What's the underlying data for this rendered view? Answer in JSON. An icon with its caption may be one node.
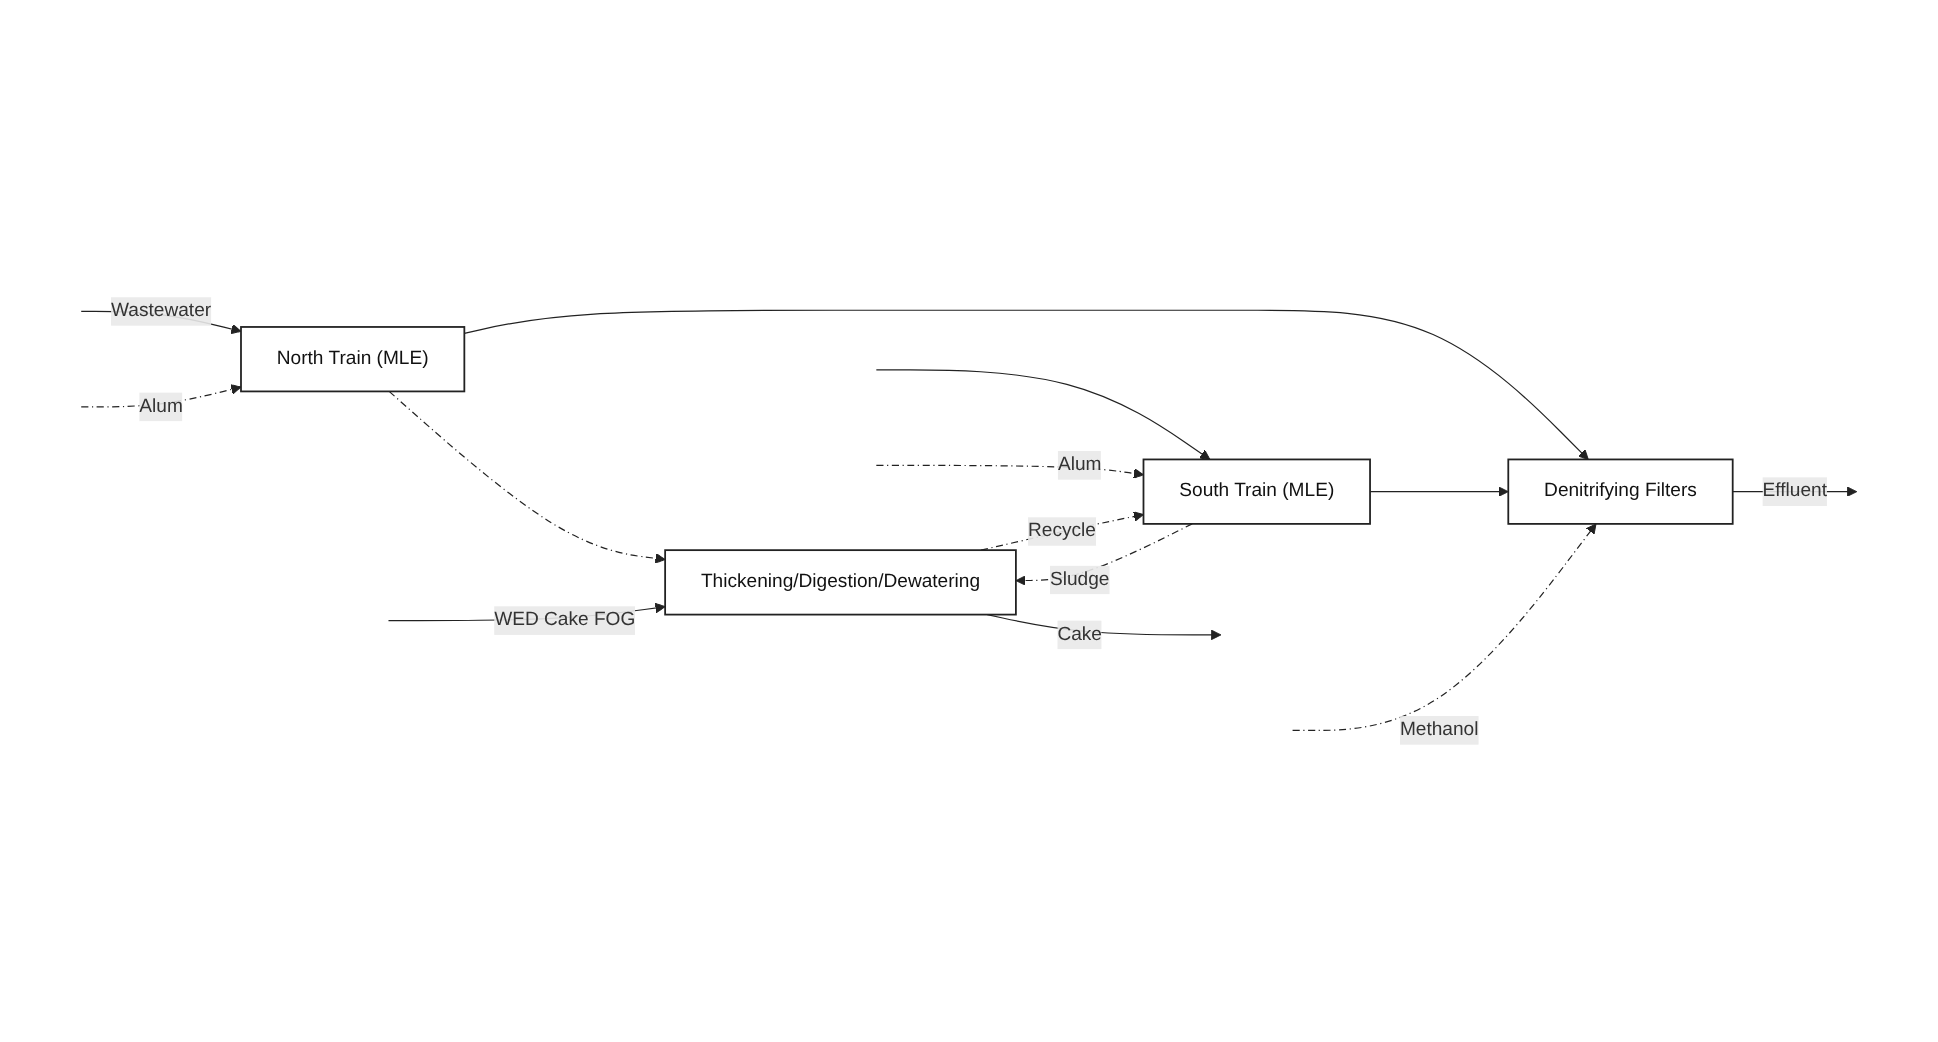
{
  "diagram": {
    "nodes": [
      {
        "text": [
          "North Train (MLE)"
        ]
      },
      {
        "text": [
          "South Train (MLE)"
        ]
      },
      {
        "text": [
          "Denitrifying Filters"
        ]
      },
      {
        "text": [
          "Thickening/Digestion/Dewatering"
        ]
      }
    ],
    "edges": [
      {
        "from": null,
        "to": 0,
        "arrow": "to",
        "label": "Wastewater"
      },
      {
        "from": null,
        "to": 1,
        "arrow": "to"
      },
      {
        "from": null,
        "to": 0,
        "arrow": "to",
        "label": "Alum",
        "style": "dashed"
      },
      {
        "from": null,
        "to": 1,
        "arrow": "to",
        "label": "Alum",
        "style": "dashed"
      },
      {
        "from": 0,
        "to": 2,
        "arrow": "to"
      },
      {
        "from": 1,
        "to": 2,
        "arrow": "to"
      },
      {
        "from": null,
        "to": 2,
        "arrow": "to",
        "label": "Methanol",
        "style": "dashed"
      },
      {
        "from": 2,
        "to": null,
        "arrow": "to",
        "label": "Effluent"
      },
      {
        "from": 0,
        "to": 3,
        "arrow": "to",
        "style": "dashed"
      },
      {
        "from": 1,
        "to": 3,
        "arrow": "to",
        "label": "Sludge",
        "style": "dashed"
      },
      {
        "from": 3,
        "to": 1,
        "arrow": "to",
        "label": "Recycle",
        "style": "dashed"
      },
      {
        "from": null,
        "to": 3,
        "arrow": "to",
        "label": "WED Cake FOG"
      },
      {
        "from": 3,
        "to": null,
        "arrow": "to",
        "label": "Cake"
      }
    ]
  }
}
